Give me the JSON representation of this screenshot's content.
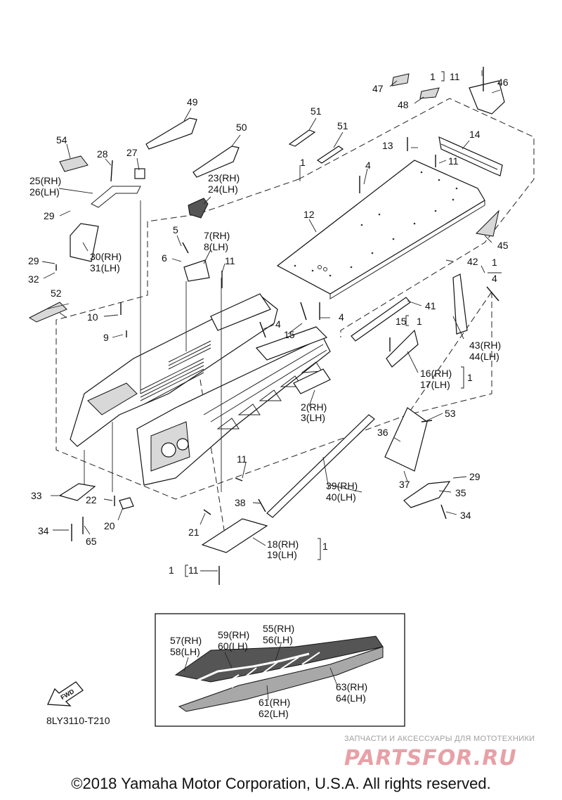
{
  "labels": {
    "l1a": "1",
    "l1b": "1",
    "l1c": "1",
    "l1d": "1",
    "l1e": "1",
    "l1f": "1",
    "l2": "2(RH)",
    "l3": "3(LH)",
    "l4a": "4",
    "l4b": "4",
    "l4c": "4",
    "l4d": "4",
    "l5": "5",
    "l6": "6",
    "l7": "7(RH)",
    "l8": "8(LH)",
    "l9": "9",
    "l10": "10",
    "l11a": "11",
    "l11b": "11",
    "l11c": "11",
    "l11d": "11",
    "l11e": "11",
    "l12": "12",
    "l13": "13",
    "l14": "14",
    "l15a": "15",
    "l15b": "15",
    "l16": "16(RH)",
    "l17": "17(LH)",
    "l18": "18(RH)",
    "l19": "19(LH)",
    "l20": "20",
    "l21": "21",
    "l22": "22",
    "l23": "23(RH)",
    "l24": "24(LH)",
    "l25": "25(RH)",
    "l26": "26(LH)",
    "l27": "27",
    "l28": "28",
    "l29a": "29",
    "l29b": "29",
    "l29c": "29",
    "l30": "30(RH)",
    "l31": "31(LH)",
    "l32": "32",
    "l33": "33",
    "l34a": "34",
    "l34b": "34",
    "l35": "35",
    "l36": "36",
    "l37": "37",
    "l38": "38",
    "l39": "39(RH)",
    "l40": "40(LH)",
    "l41": "41",
    "l42": "42",
    "l43": "43(RH)",
    "l44": "44(LH)",
    "l45": "45",
    "l46": "46",
    "l47": "47",
    "l48": "48",
    "l49": "49",
    "l50": "50",
    "l51a": "51",
    "l51b": "51",
    "l52": "52",
    "l53": "53",
    "l54": "54",
    "l55": "55(RH)",
    "l56": "56(LH)",
    "l57": "57(RH)",
    "l58": "58(LH)",
    "l59": "59(RH)",
    "l60": "60(LH)",
    "l61": "61(RH)",
    "l62": "62(LH)",
    "l63": "63(RH)",
    "l64": "64(LH)",
    "l65": "65"
  },
  "fwd_label": "FWD",
  "diagram_code": "8LY3110-T210",
  "watermark": {
    "caption": "ЗАПЧАСТИ И АКСЕССУАРЫ ДЛЯ МОТОТЕХНИКИ",
    "logo_text": "PARTSFOR.RU",
    "color": "#e8a0a6"
  },
  "copyright": "©2018 Yamaha Motor Corporation, U.S.A. All rights reserved."
}
